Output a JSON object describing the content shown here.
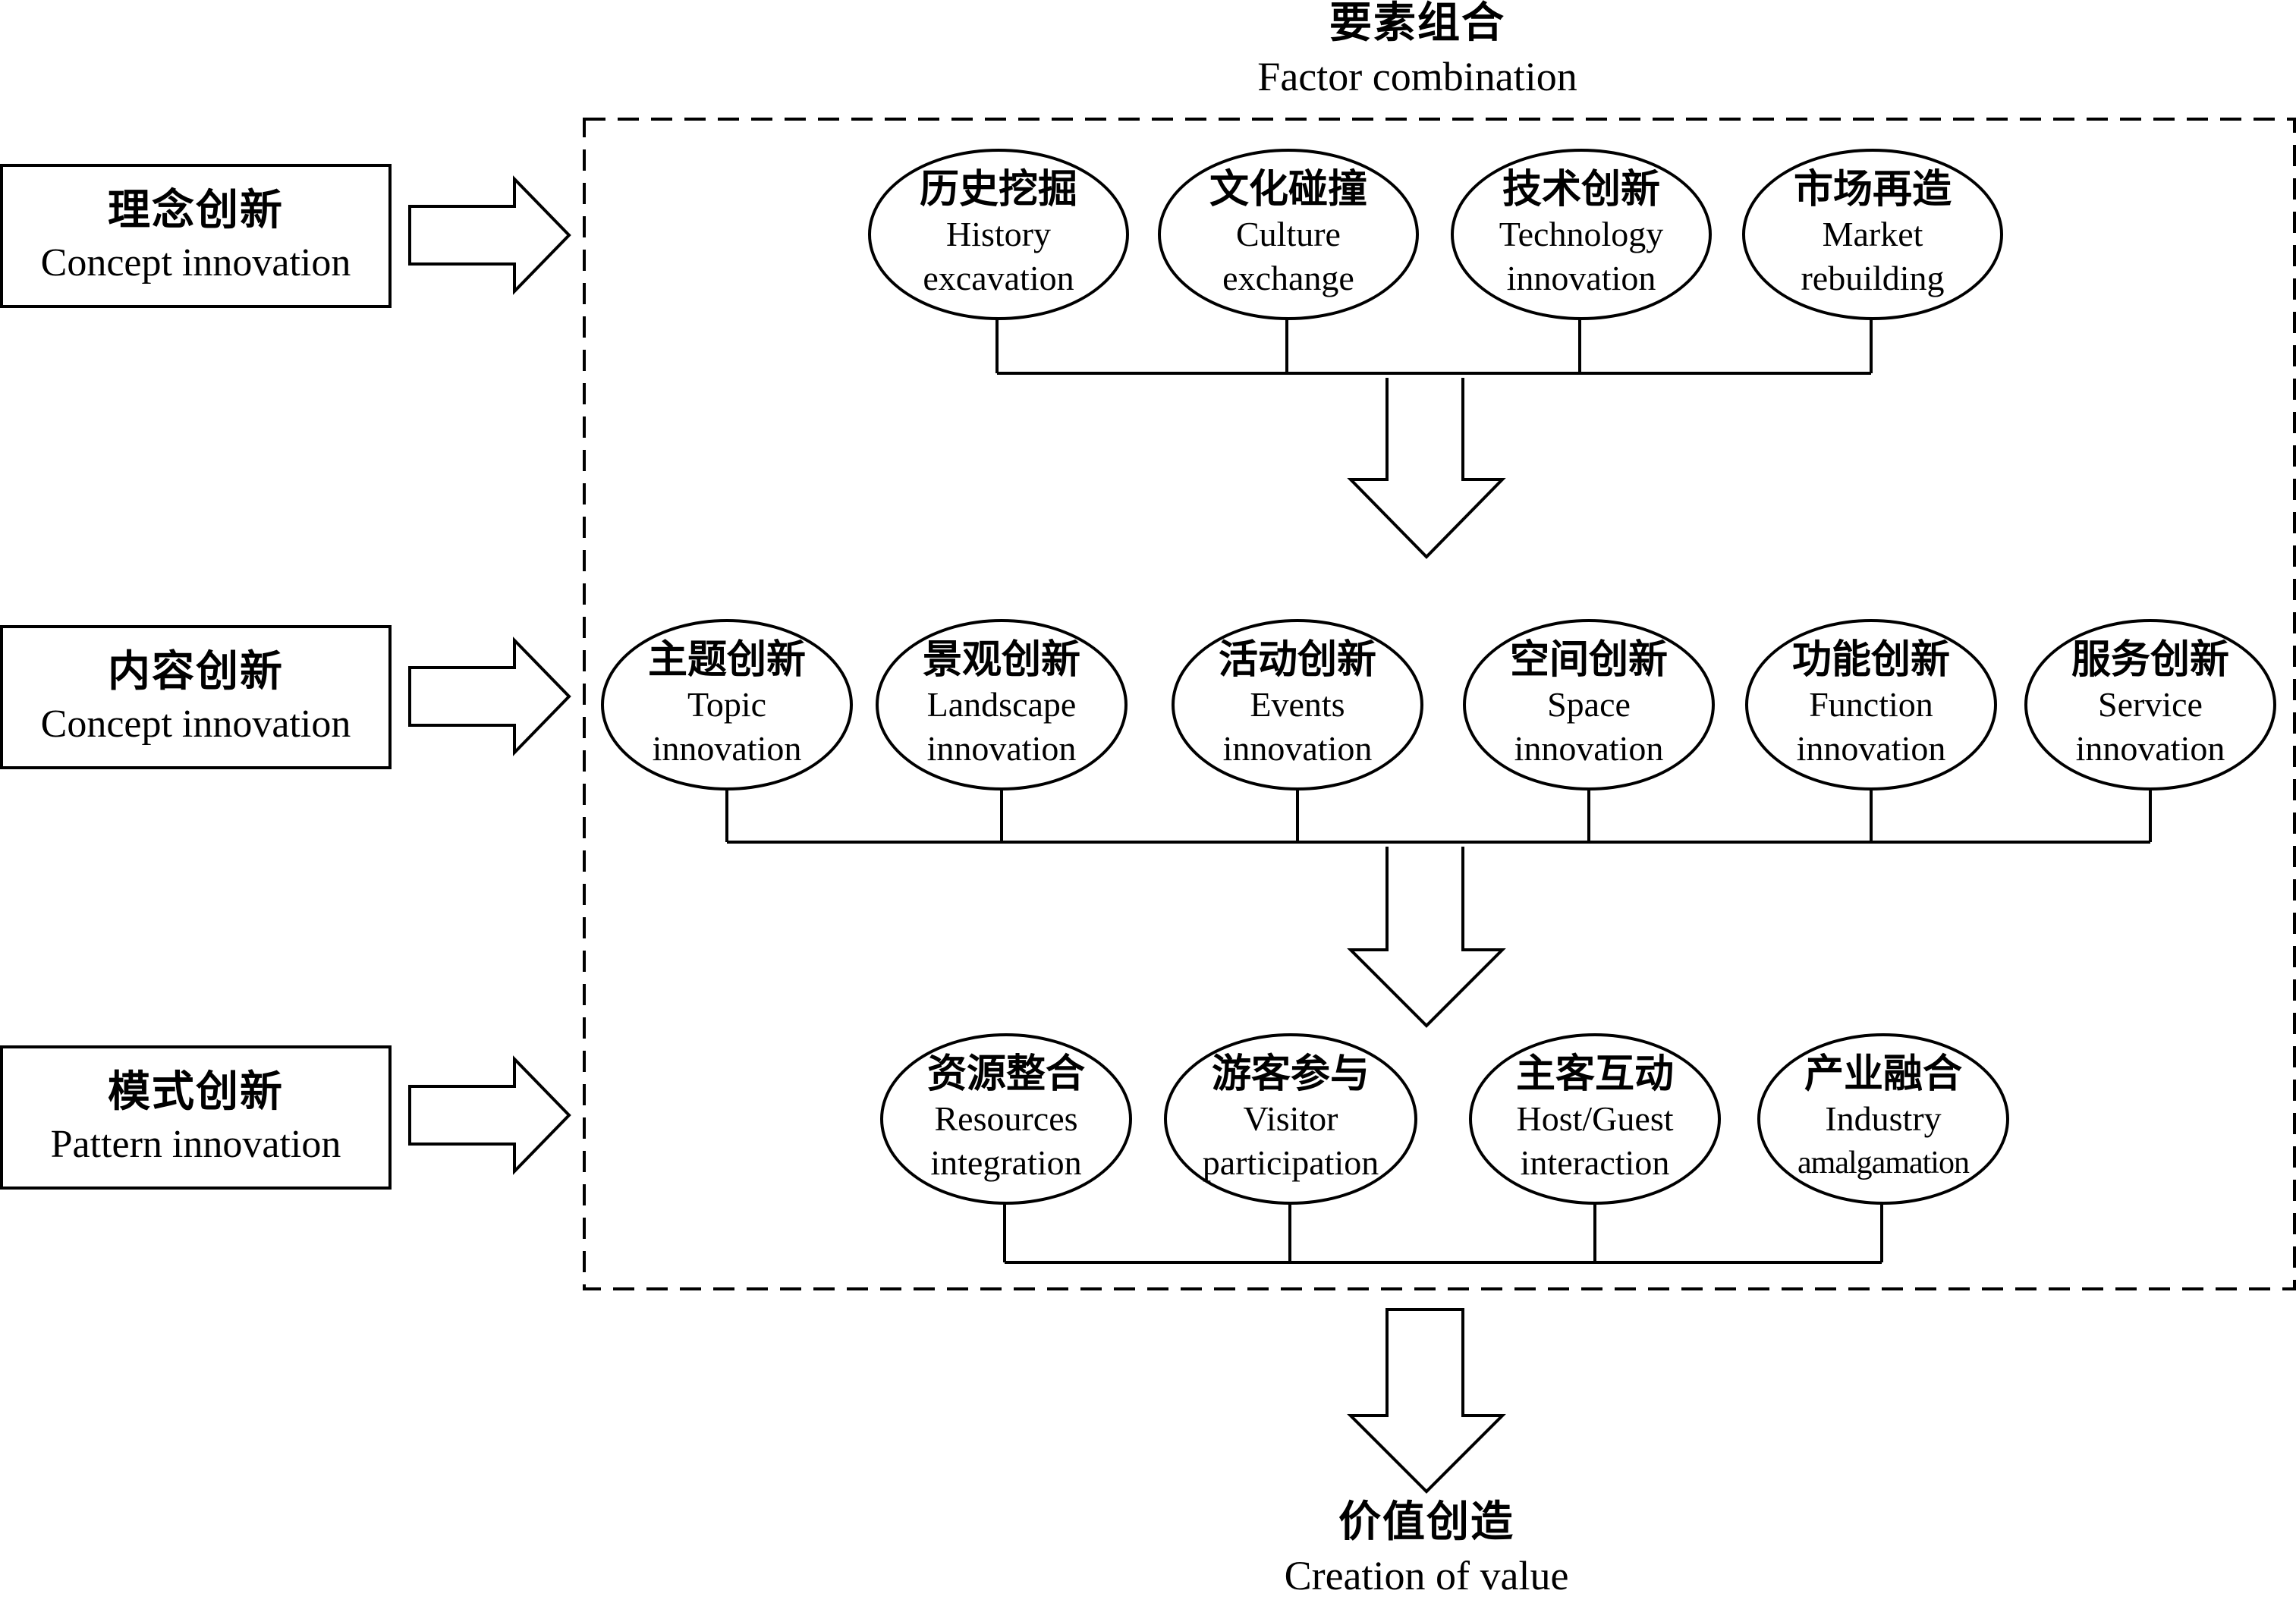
{
  "factor_title": {
    "cn": "要素组合",
    "en": "Factor combination"
  },
  "output_title": {
    "cn": "价值创造",
    "en": "Creation of value"
  },
  "levels": [
    {
      "cn": "理念创新",
      "en": "Concept innovation"
    },
    {
      "cn": "内容创新",
      "en": "Concept innovation"
    },
    {
      "cn": "模式创新",
      "en": "Pattern innovation"
    }
  ],
  "row1": [
    {
      "cn": "历史挖掘",
      "en1": "History",
      "en2": "excavation"
    },
    {
      "cn": "文化碰撞",
      "en1": "Culture",
      "en2": "exchange"
    },
    {
      "cn": "技术创新",
      "en1": "Technology",
      "en2": "innovation"
    },
    {
      "cn": "市场再造",
      "en1": "Market",
      "en2": "rebuilding"
    }
  ],
  "row2": [
    {
      "cn": "主题创新",
      "en1": "Topic",
      "en2": "innovation"
    },
    {
      "cn": "景观创新",
      "en1": "Landscape",
      "en2": "innovation"
    },
    {
      "cn": "活动创新",
      "en1": "Events",
      "en2": "innovation"
    },
    {
      "cn": "空间创新",
      "en1": "Space",
      "en2": "innovation"
    },
    {
      "cn": "功能创新",
      "en1": "Function",
      "en2": "innovation"
    },
    {
      "cn": "服务创新",
      "en1": "Service",
      "en2": "innovation"
    }
  ],
  "row3": [
    {
      "cn": "资源整合",
      "en1": "Resources",
      "en2": "integration"
    },
    {
      "cn": "游客参与",
      "en1": "Visitor",
      "en2": "participation"
    },
    {
      "cn": "主客互动",
      "en1": "Host/Guest",
      "en2": "interaction"
    },
    {
      "cn": "产业融合",
      "en1": "Industry",
      "en2": "amalgamation"
    }
  ]
}
